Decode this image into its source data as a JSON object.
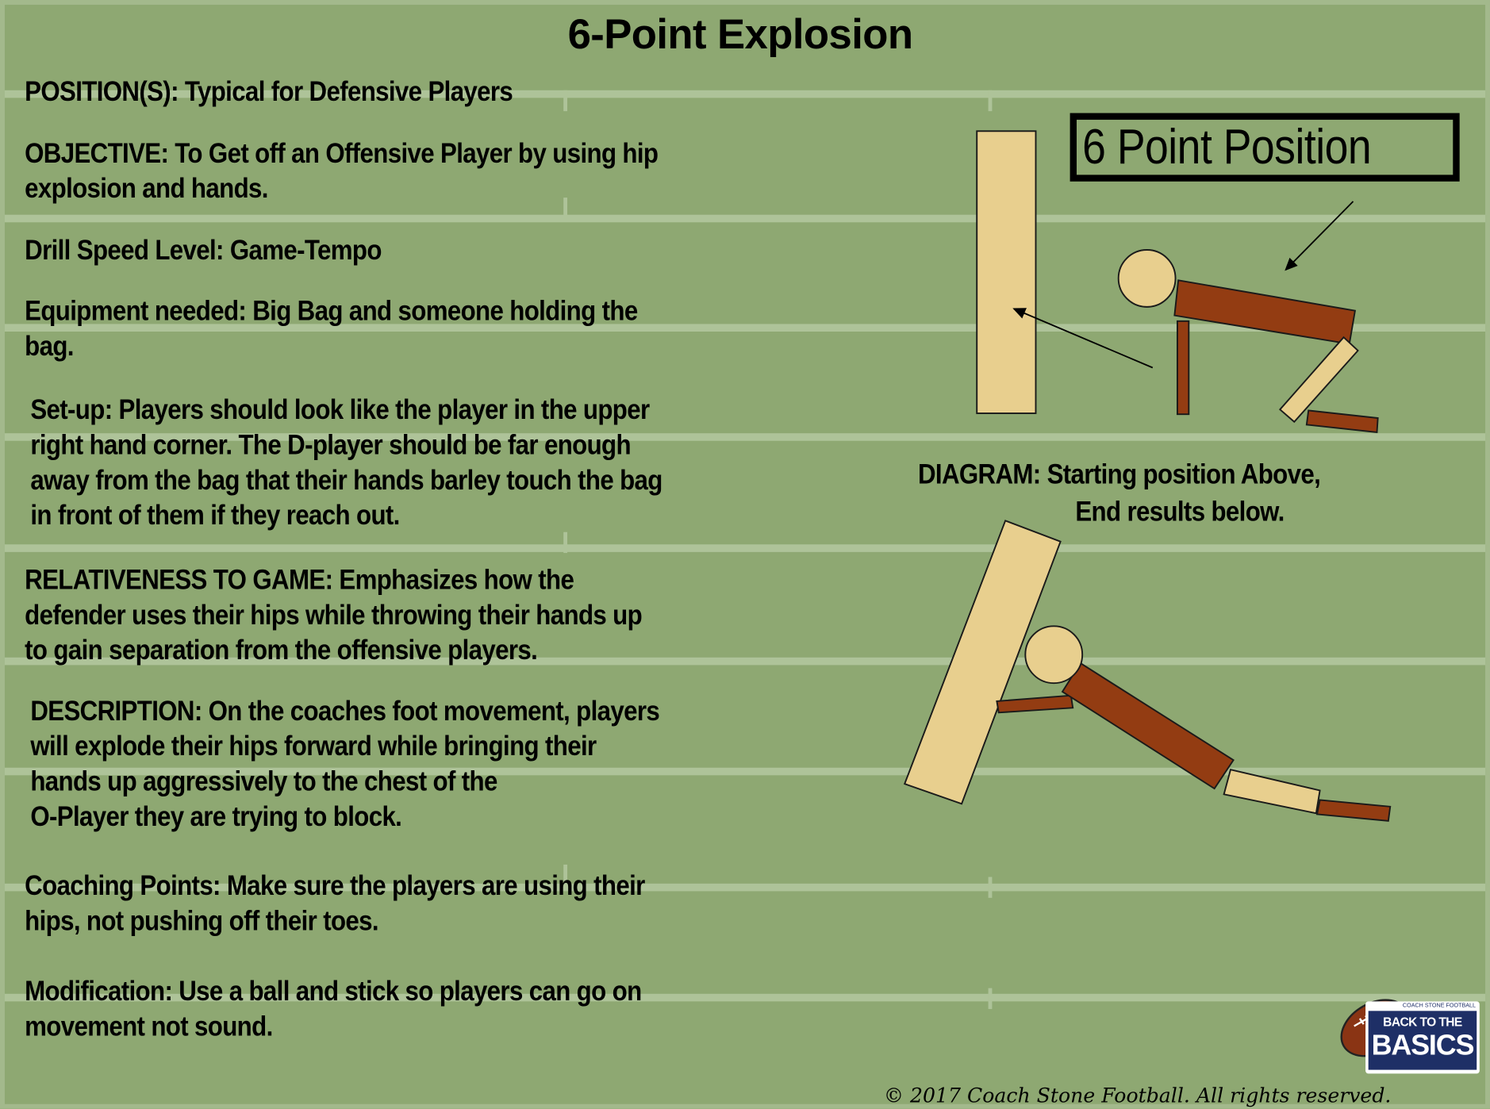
{
  "title": "6-Point Explosion",
  "sections": {
    "position": [
      "POSITION(S): Typical for Defensive Players"
    ],
    "objective": [
      "OBJECTIVE: To Get off an Offensive Player by using hip",
      "explosion and hands."
    ],
    "speed": [
      "Drill Speed Level: Game-Tempo"
    ],
    "equipment": [
      "Equipment needed: Big Bag and someone holding the",
      "bag."
    ],
    "setup": [
      "Set-up: Players should look like the player in the upper",
      "right hand corner. The D-player should be far enough",
      "away from the bag that their hands barley touch the bag",
      "in front of them if they reach out."
    ],
    "relativeness": [
      "RELATIVENESS TO GAME: Emphasizes how the",
      "defender uses their hips while throwing their hands up",
      "to gain separation from the offensive players."
    ],
    "description": [
      "DESCRIPTION: On the coaches foot movement, players",
      "will explode their hips forward while bringing their",
      "hands up aggressively to the chest of the",
      "O-Player they are trying to block."
    ],
    "coaching": [
      "Coaching Points: Make sure the players are using their",
      "hips, not pushing off their toes."
    ],
    "modification": [
      "Modification: Use a ball and stick so players can go on",
      "movement not sound."
    ]
  },
  "diagram": {
    "position_label": "6 Point Position",
    "caption": [
      "DIAGRAM: Starting position Above,",
      "End results below."
    ]
  },
  "logo": {
    "top": "COACH STONE FOOTBALL",
    "line1": "BACK TO THE",
    "line2": "BASICS"
  },
  "copyright": "© 2017 Coach Stone Football.  All rights reserved.",
  "colors": {
    "field": "#8ea872",
    "lines": "#aec399",
    "tan": "#e8cf8e",
    "brown": "#933c12",
    "logo_navy": "#1e2f66"
  }
}
